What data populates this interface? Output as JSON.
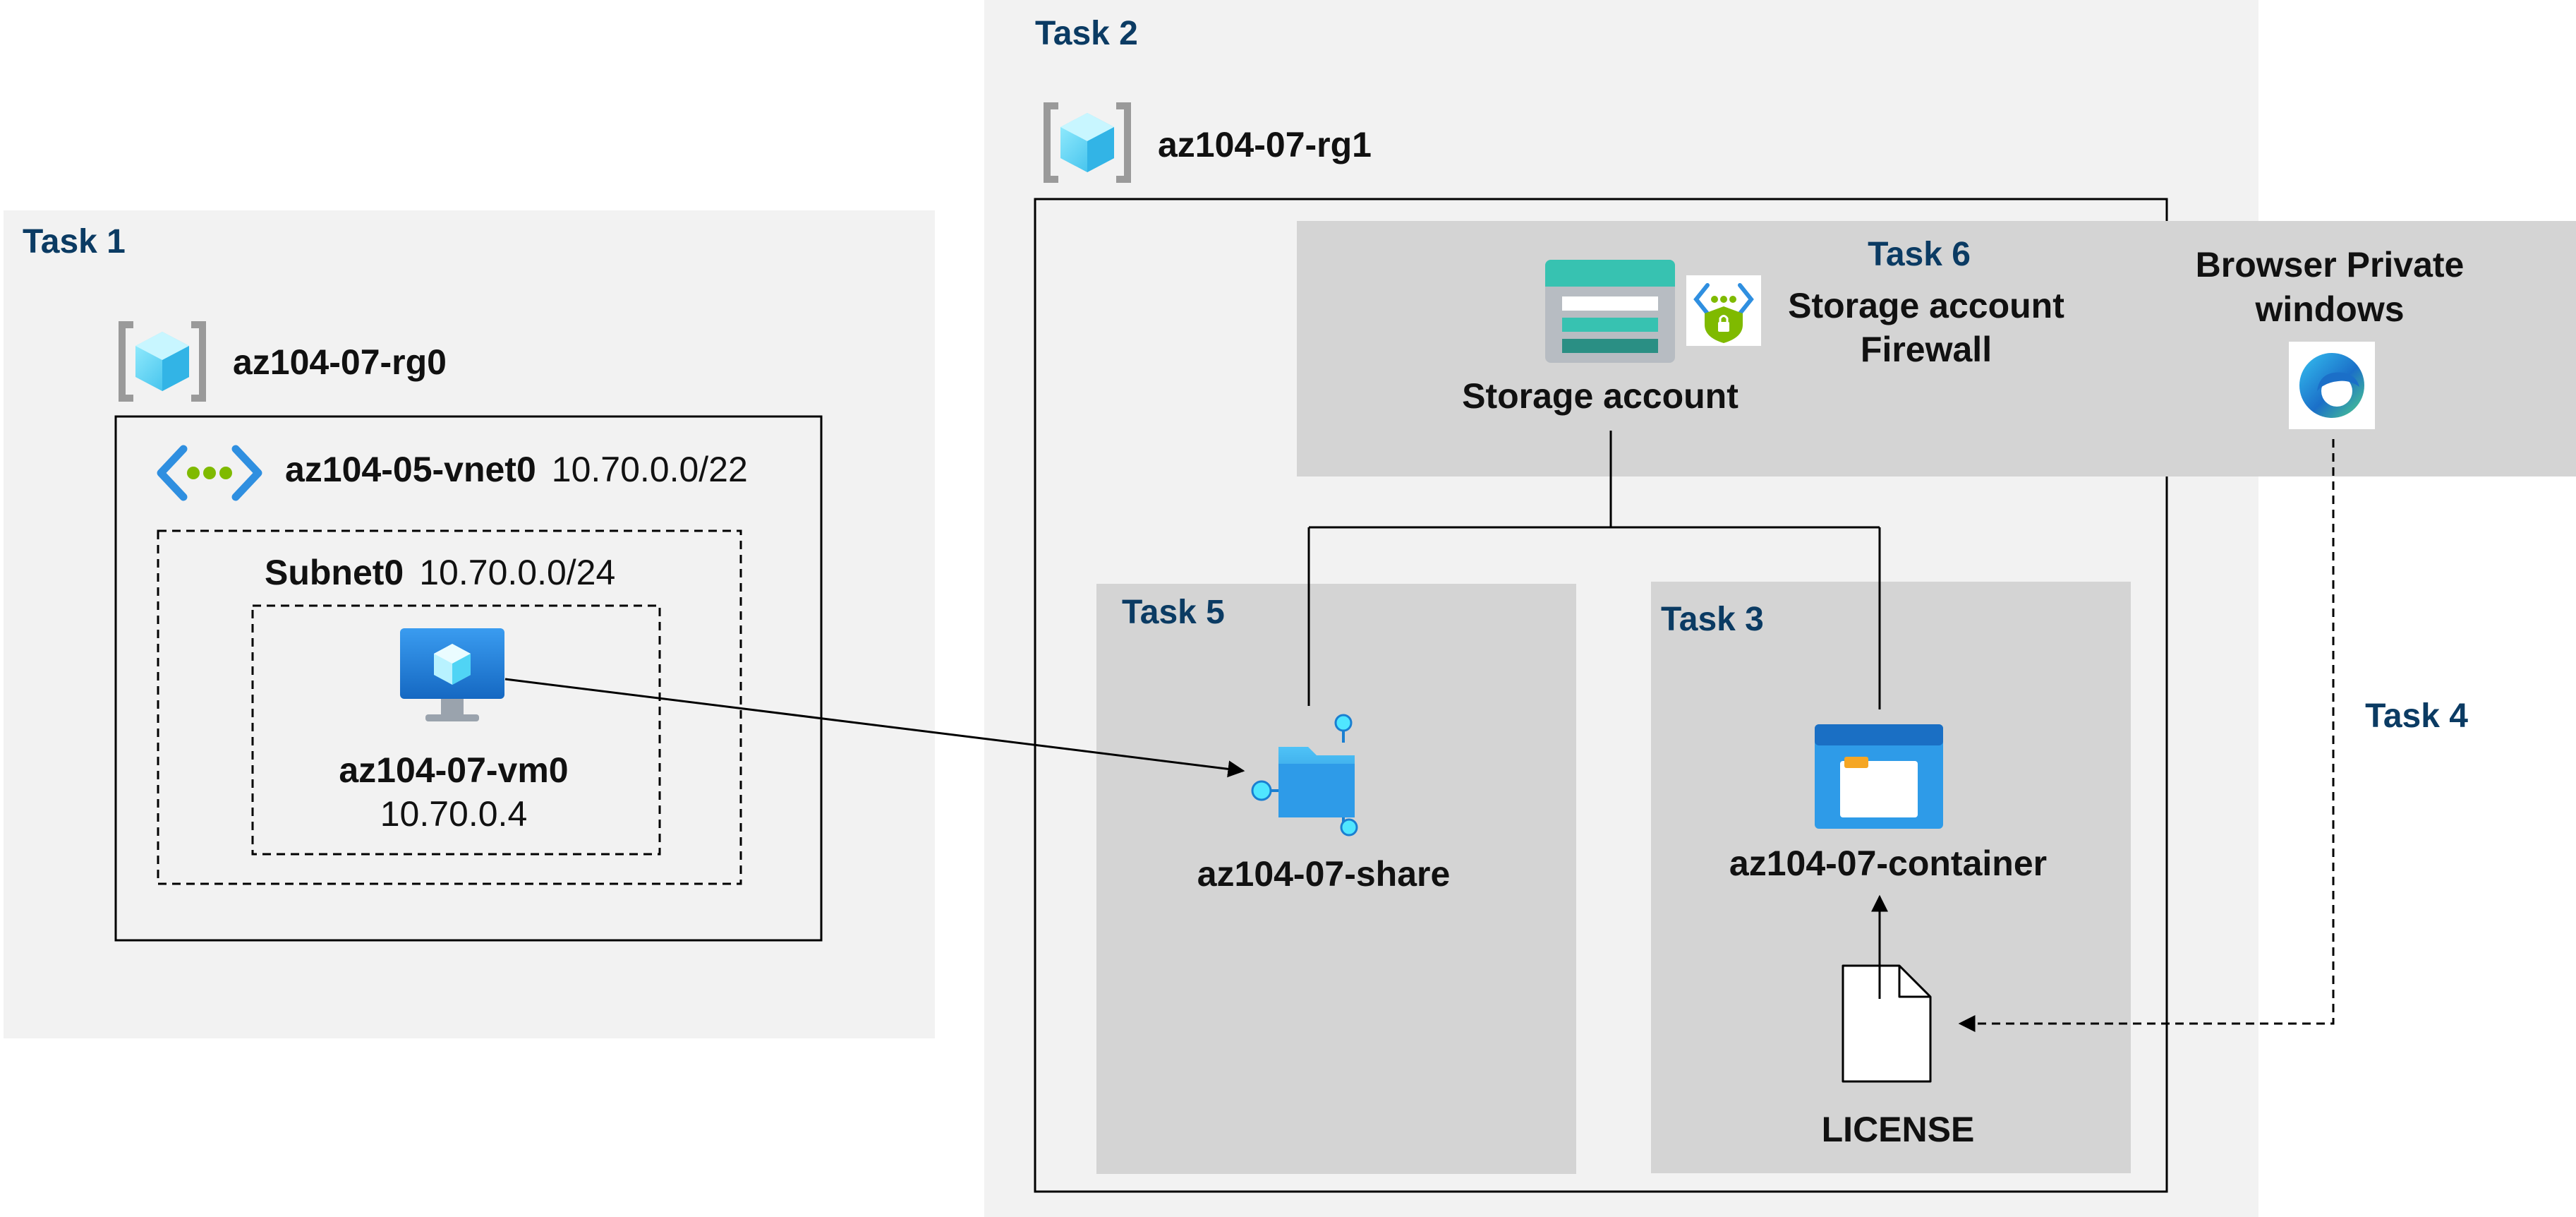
{
  "tasks": {
    "task1": "Task 1",
    "task2": "Task 2",
    "task3": "Task 3",
    "task4": "Task 4",
    "task5": "Task 5",
    "task6": "Task 6"
  },
  "rg0": {
    "name": "az104-07-rg0"
  },
  "vnet": {
    "name": "az104-05-vnet0",
    "cidr": "10.70.0.0/22"
  },
  "subnet": {
    "name": "Subnet0",
    "cidr": "10.70.0.0/24"
  },
  "vm": {
    "name": "az104-07-vm0",
    "ip": "10.70.0.4"
  },
  "rg1": {
    "name": "az104-07-rg1"
  },
  "storage": {
    "name": "Storage account"
  },
  "firewall": {
    "line1": "Storage account",
    "line2": "Firewall"
  },
  "browser": {
    "line1": "Browser Private",
    "line2": "windows"
  },
  "share": {
    "name": "az104-07-share"
  },
  "container": {
    "name": "az104-07-container"
  },
  "license": {
    "name": "LICENSE"
  },
  "colors": {
    "panel_bg": "#f2f2f2",
    "subpanel_bg": "#d4d4d4",
    "task_text": "#0b3b63",
    "azure_blue": "#1e88d6",
    "cube_cyan": "#50e6ff",
    "storage_teal": "#37c2b1",
    "firewall_green": "#7fba00"
  },
  "icons": {
    "rg0": "resource-group-icon",
    "rg1": "resource-group-icon",
    "vnet": "virtual-network-icon",
    "vm": "virtual-machine-icon",
    "storage": "storage-account-icon",
    "firewall": "firewall-icon",
    "browser": "edge-browser-icon",
    "share": "file-share-icon",
    "container": "blob-container-icon",
    "license": "document-icon"
  }
}
